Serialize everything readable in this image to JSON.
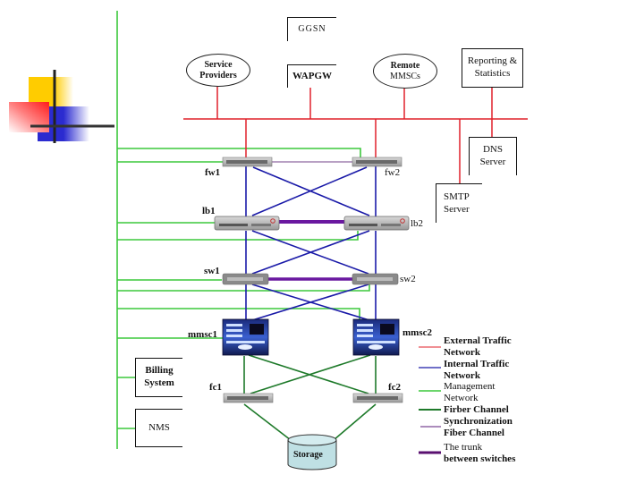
{
  "diagram": {
    "title": "MMSC network topology",
    "top_nodes": {
      "ggsn": "GGSN",
      "wapgw": "WAPGW",
      "service_providers": [
        "Service",
        "Providers"
      ],
      "remote_mmscs": [
        "Remote",
        "MMSCs"
      ],
      "reporting": [
        "Reporting &",
        "Statistics"
      ],
      "dns": [
        "DNS",
        "Server"
      ],
      "smtp": [
        "SMTP",
        "Server"
      ]
    },
    "devices": {
      "fw1": "fw1",
      "fw2": "fw2",
      "lb1": "lb1",
      "lb2": "lb2",
      "sw1": "sw1",
      "sw2": "sw2",
      "mmsc1": "mmsc1",
      "mmsc2": "mmsc2",
      "fc1": "fc1",
      "fc2": "fc2",
      "storage": "Storage"
    },
    "side_nodes": {
      "billing": [
        "Billing",
        "System"
      ],
      "nms": "NMS"
    },
    "legend": [
      {
        "label": [
          "External Traffic",
          "Network"
        ],
        "color": "#e0202a",
        "weight": "thin"
      },
      {
        "label": [
          "Internal Traffic",
          "Network"
        ],
        "color": "#1a1aa8",
        "weight": "thin"
      },
      {
        "label": [
          "Management",
          "Network"
        ],
        "color": "#3cc83c",
        "weight": "thin"
      },
      {
        "label": [
          "Firber Channel"
        ],
        "color": "#1e7a2a",
        "weight": "medium"
      },
      {
        "label": [
          "Synchronization",
          "Fiber Channel"
        ],
        "color": "#5a1a7a",
        "weight": "thin"
      },
      {
        "label": [
          "The trunk",
          "between switches"
        ],
        "color": "#5a1070",
        "weight": "thick"
      }
    ],
    "colors": {
      "external": "#e0202a",
      "internal": "#1a1aa8",
      "management": "#3cc83c",
      "fiber": "#1e7a2a",
      "sync": "#a080b0",
      "trunk": "#6a18a0",
      "storage_fill": "#bfe0e4"
    }
  }
}
